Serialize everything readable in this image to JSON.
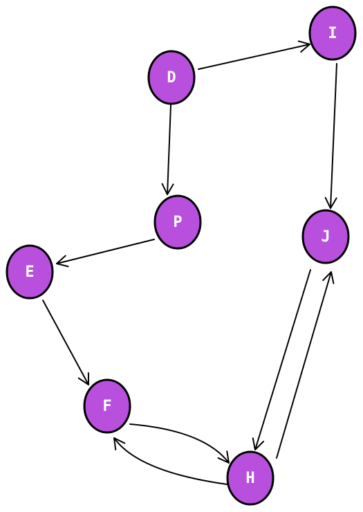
{
  "colors": {
    "node_fill": "#b84fdd",
    "node_stroke": "#000000",
    "label": "#ffffff",
    "edge": "#000000"
  },
  "nodes": [
    {
      "id": "D",
      "label": "D"
    },
    {
      "id": "I",
      "label": "I"
    },
    {
      "id": "P",
      "label": "P"
    },
    {
      "id": "J",
      "label": "J"
    },
    {
      "id": "E",
      "label": "E"
    },
    {
      "id": "F",
      "label": "F"
    },
    {
      "id": "H",
      "label": "H"
    }
  ],
  "edges": [
    {
      "from": "D",
      "to": "I"
    },
    {
      "from": "D",
      "to": "P"
    },
    {
      "from": "I",
      "to": "J"
    },
    {
      "from": "P",
      "to": "E"
    },
    {
      "from": "E",
      "to": "F"
    },
    {
      "from": "F",
      "to": "H"
    },
    {
      "from": "H",
      "to": "F"
    },
    {
      "from": "J",
      "to": "H"
    },
    {
      "from": "H",
      "to": "J"
    }
  ]
}
